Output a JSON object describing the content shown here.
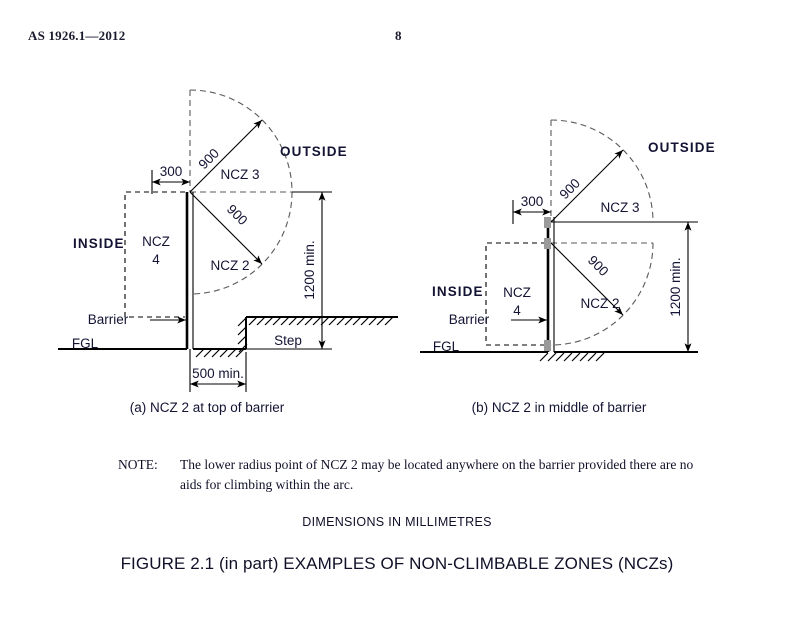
{
  "header": {
    "standard": "AS 1926.1—2012",
    "page_number": "8"
  },
  "diagram_a": {
    "caption": "(a) NCZ 2 at top of barrier",
    "dim_300": "300",
    "dim_radius_upper": "900",
    "dim_radius_lower": "900",
    "dim_height": "1200 min.",
    "dim_step_width": "500 min.",
    "label_outside": "OUTSIDE",
    "label_inside": "INSIDE",
    "label_ncz3": "NCZ 3",
    "label_ncz2": "NCZ 2",
    "label_ncz4_line1": "NCZ",
    "label_ncz4_line2": "4",
    "label_barrier": "Barrier",
    "label_fgl": "FGL",
    "label_step": "Step"
  },
  "diagram_b": {
    "caption": "(b) NCZ 2 in middle of barrier",
    "dim_300": "300",
    "dim_radius_upper": "900",
    "dim_radius_lower": "900",
    "dim_height": "1200 min.",
    "label_outside": "OUTSIDE",
    "label_inside": "INSIDE",
    "label_ncz3": "NCZ 3",
    "label_ncz2": "NCZ 2",
    "label_ncz4_line1": "NCZ",
    "label_ncz4_line2": "4",
    "label_barrier": "Barrier",
    "label_fgl": "FGL"
  },
  "note": {
    "label": "NOTE:",
    "line1": "The lower radius point of NCZ 2 may be located anywhere on the barrier",
    "line2": "provided there are no aids for climbing within the arc."
  },
  "footer": {
    "dimensions_note": "DIMENSIONS IN MILLIMETRES",
    "figure_title": "FIGURE  2.1 (in part)   EXAMPLES OF NON-CLIMBABLE ZONES (NCZs)"
  },
  "colors": {
    "ink": "#000000",
    "text": "#131333",
    "dashed_gray": "#5a5a5a",
    "block_fill": "#9a9a9a"
  }
}
